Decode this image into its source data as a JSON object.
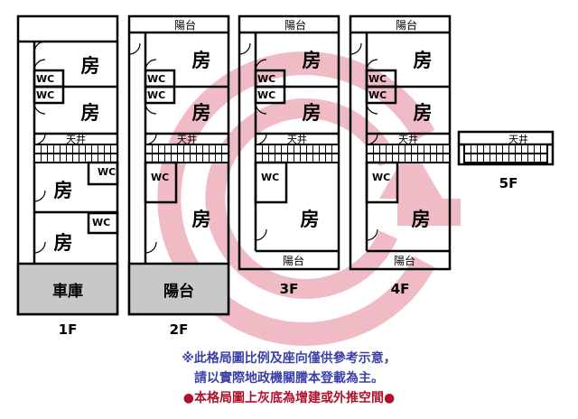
{
  "floors": {
    "f1": {
      "label": "1F",
      "rooms": [
        "房",
        "房",
        "房",
        "房"
      ],
      "wc": [
        "WC",
        "WC",
        "WC",
        "WC"
      ],
      "courtyard": "天井",
      "garage": "車庫"
    },
    "f2": {
      "label": "2F",
      "rooms": [
        "房",
        "房",
        "房"
      ],
      "wc": [
        "WC",
        "WC",
        "WC"
      ],
      "courtyard": "天井",
      "balcony_top": "陽台",
      "balcony_bottom": "陽台"
    },
    "f3": {
      "label": "3F",
      "rooms": [
        "房",
        "房",
        "房"
      ],
      "wc": [
        "WC",
        "WC",
        "WC"
      ],
      "courtyard": "天井",
      "balcony_top": "陽台",
      "balcony_bottom": "陽台"
    },
    "f4": {
      "label": "4F",
      "rooms": [
        "房",
        "房",
        "房"
      ],
      "wc": [
        "WC",
        "WC",
        "WC"
      ],
      "courtyard": "天井",
      "balcony_top": "陽台",
      "balcony_bottom": "陽台"
    },
    "f5": {
      "label": "5F",
      "courtyard": "天井"
    }
  },
  "notes": {
    "line1": "※此格局圖比例及座向僅供參考示意，",
    "line2": "請以實際地政機關謄本登載為主。",
    "line3": "●本格局圖上灰底為增建或外推空間●"
  },
  "colors": {
    "watermark": "#e8a0aa",
    "note_blue": "#3b3fa8",
    "note_red": "#b0102a",
    "gray_area": "#c8c8c8"
  }
}
